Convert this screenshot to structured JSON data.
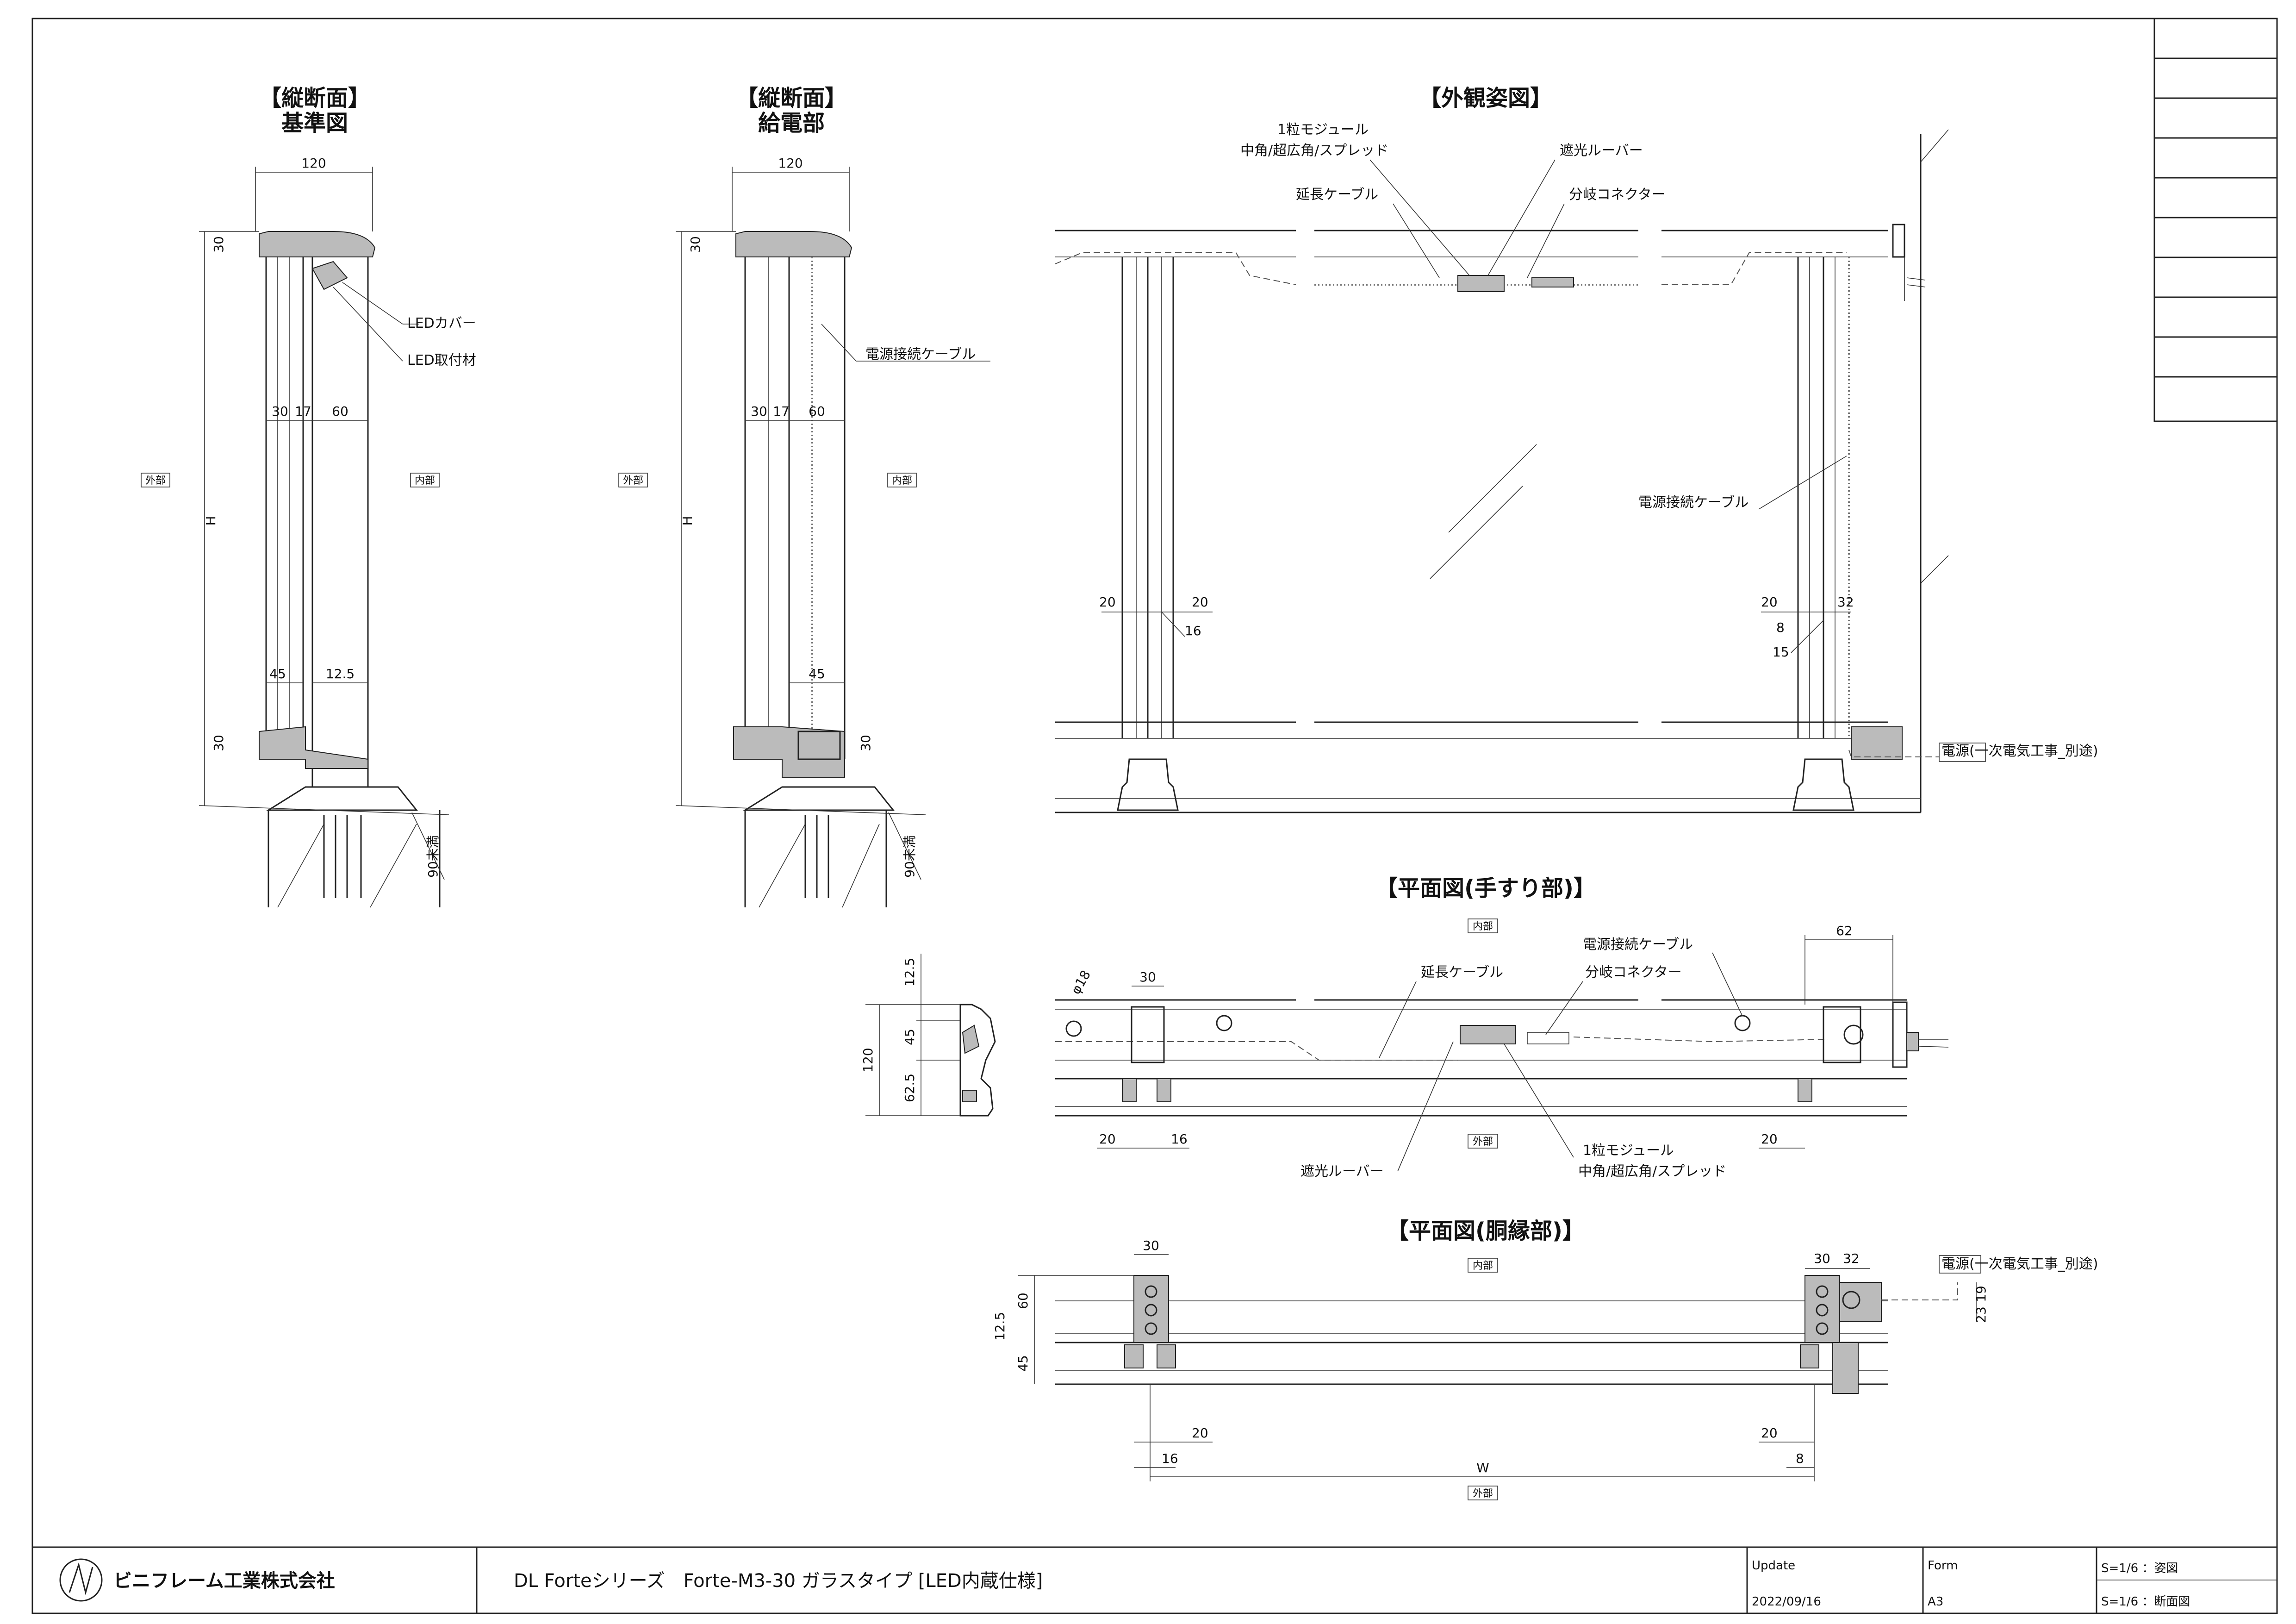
{
  "sections": {
    "vertical_reference": {
      "title1": "【縦断面】",
      "title2": "基準図",
      "labels": {
        "led_cover": "LEDカバー",
        "led_mount": "LED取付材",
        "outside": "外部",
        "inside": "内部",
        "height": "H"
      },
      "dims": {
        "width": "120",
        "top": "30",
        "bottom": "30",
        "d30": "30",
        "d17": "17",
        "d60": "60",
        "d45": "45",
        "d125": "12.5",
        "drain": "90未満"
      }
    },
    "vertical_power": {
      "title1": "【縦断面】",
      "title2": "給電部",
      "labels": {
        "cable": "電源接続ケーブル",
        "outside": "外部",
        "inside": "内部",
        "height": "H"
      },
      "dims": {
        "width": "120",
        "top": "30",
        "bottom": "30",
        "d30": "30",
        "d17": "17",
        "d60": "60",
        "d45": "45",
        "drain": "90未満"
      }
    },
    "elevation": {
      "title": "【外観姿図】",
      "labels": {
        "module1": "1粒モジュール",
        "module2": "中角/超広角/スプレッド",
        "louver": "遮光ルーバー",
        "ext_cable": "延長ケーブル",
        "branch": "分岐コネクター",
        "cable": "電源接続ケーブル",
        "power": "電源(一次電気工事_別途)"
      },
      "dims": {
        "l20a": "20",
        "l20b": "20",
        "l16": "16",
        "r20": "20",
        "r32": "32",
        "r8": "8",
        "r15": "15"
      }
    },
    "rail_section": {
      "dims": {
        "d125": "12.5",
        "d45": "45",
        "d625": "62.5",
        "d120": "120"
      }
    },
    "plan_handrail": {
      "title": "【平面図(手すり部)】",
      "labels": {
        "inside": "内部",
        "outside": "外部",
        "cable": "電源接続ケーブル",
        "ext_cable": "延長ケーブル",
        "branch": "分岐コネクター",
        "louver": "遮光ルーバー",
        "module1": "1粒モジュール",
        "module2": "中角/超広角/スプレッド"
      },
      "dims": {
        "phi": "φ18",
        "d30": "30",
        "d62": "62",
        "l20": "20",
        "l16": "16",
        "r20": "20"
      }
    },
    "plan_rail": {
      "title": "【平面図(胴縁部)】",
      "labels": {
        "inside": "内部",
        "outside": "外部",
        "power": "電源(一次電気工事_別途)",
        "width": "W"
      },
      "dims": {
        "l30": "30",
        "r30": "30",
        "r32": "32",
        "d60": "60",
        "d125": "12.5",
        "d45": "45",
        "d23": "23",
        "d19": "19",
        "l20": "20",
        "l16": "16",
        "r20": "20",
        "r8": "8"
      }
    }
  },
  "title_block": {
    "company": "ビニフレーム工業株式会社",
    "drawing_title": "DL Forteシリーズ　Forte-M3-30 ガラスタイプ [LED内蔵仕様]",
    "update_label": "Update",
    "update_date": "2022/09/16",
    "form_label": "Form",
    "form_value": "A3",
    "scale1": "S=1/6 ：姿図",
    "scale2": "S=1/6 ：断面図"
  }
}
